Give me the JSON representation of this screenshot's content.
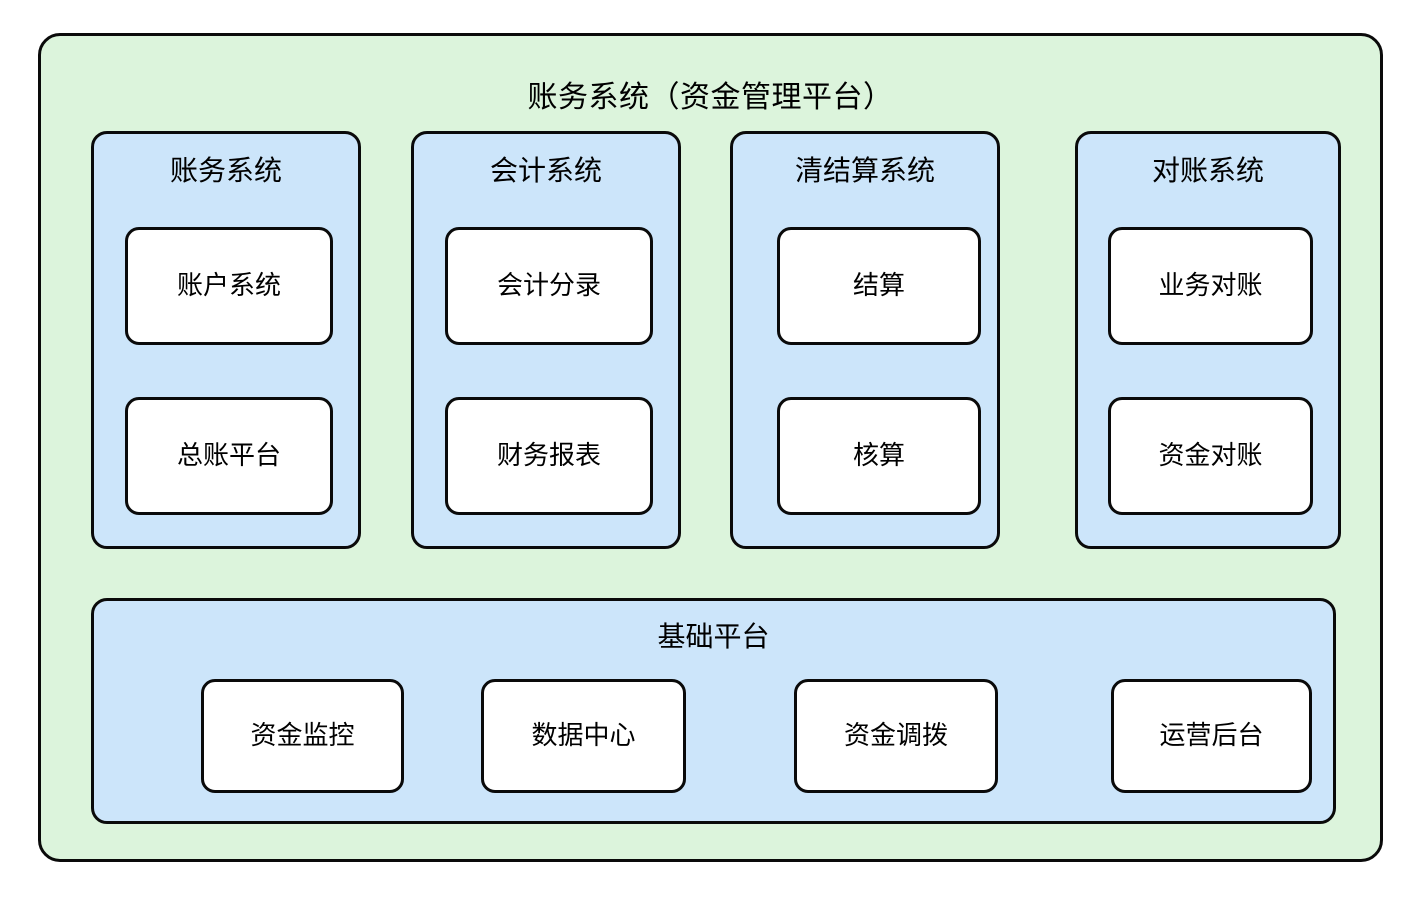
{
  "diagram": {
    "title": "账务系统（资金管理平台）",
    "colors": {
      "outer_background": "#dcf4dc",
      "panel_background": "#cce5fa",
      "leaf_background": "#ffffff",
      "stroke": "#0a0a0a",
      "page_background": "#ffffff"
    },
    "columns": [
      {
        "title": "账务系统",
        "items": [
          {
            "label": "账户系统"
          },
          {
            "label": "总账平台"
          }
        ]
      },
      {
        "title": "会计系统",
        "items": [
          {
            "label": "会计分录"
          },
          {
            "label": "财务报表"
          }
        ]
      },
      {
        "title": "清结算系统",
        "items": [
          {
            "label": "结算"
          },
          {
            "label": "核算"
          }
        ]
      },
      {
        "title": "对账系统",
        "items": [
          {
            "label": "业务对账"
          },
          {
            "label": "资金对账"
          }
        ]
      }
    ],
    "base": {
      "title": "基础平台",
      "items": [
        {
          "label": "资金监控"
        },
        {
          "label": "数据中心"
        },
        {
          "label": "资金调拨"
        },
        {
          "label": "运营后台"
        }
      ]
    }
  }
}
